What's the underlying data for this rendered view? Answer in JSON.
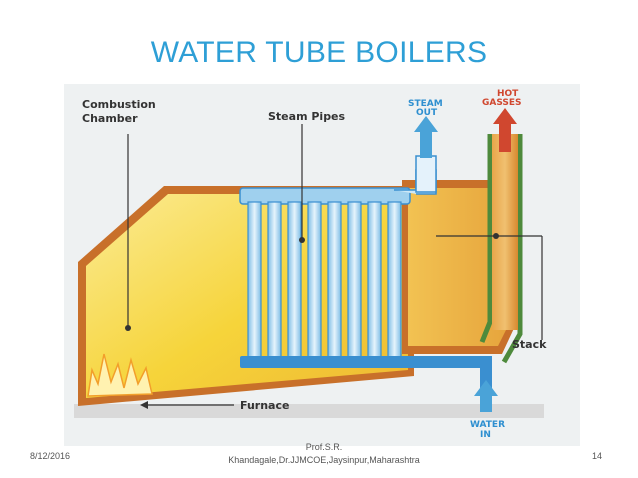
{
  "slide": {
    "title": "WATER TUBE BOILERS",
    "footer_date": "8/12/2016",
    "footer_author": "Prof.S.R. Khandagale,Dr.JJMCOE,Jaysinpur,Maharashtra",
    "page_number": "14"
  },
  "diagram": {
    "labels": {
      "combustion_line1": "Combustion",
      "combustion_line2": "Chamber",
      "steam_pipes": "Steam Pipes",
      "steam_line1": "STEAM",
      "steam_line2": "OUT",
      "gasses_line1": "HOT",
      "gasses_line2": "GASSES",
      "stack": "Stack",
      "furnace": "Furnace",
      "water_line1": "WATER",
      "water_line2": "IN"
    },
    "colors": {
      "shell_outline": "#c8702a",
      "chamber_fill": "#f6d43a",
      "chamber_glow": "#fbeb94",
      "flue_fill": "#e6a43c",
      "water_tube": "#3a8fd0",
      "water_tube_light": "#b6dcf2",
      "stack_green": "#4e8a3c",
      "hot_gas_arrow": "#d0472f",
      "steam_arrow": "#4aa3d8",
      "label_text": "#333333"
    }
  }
}
